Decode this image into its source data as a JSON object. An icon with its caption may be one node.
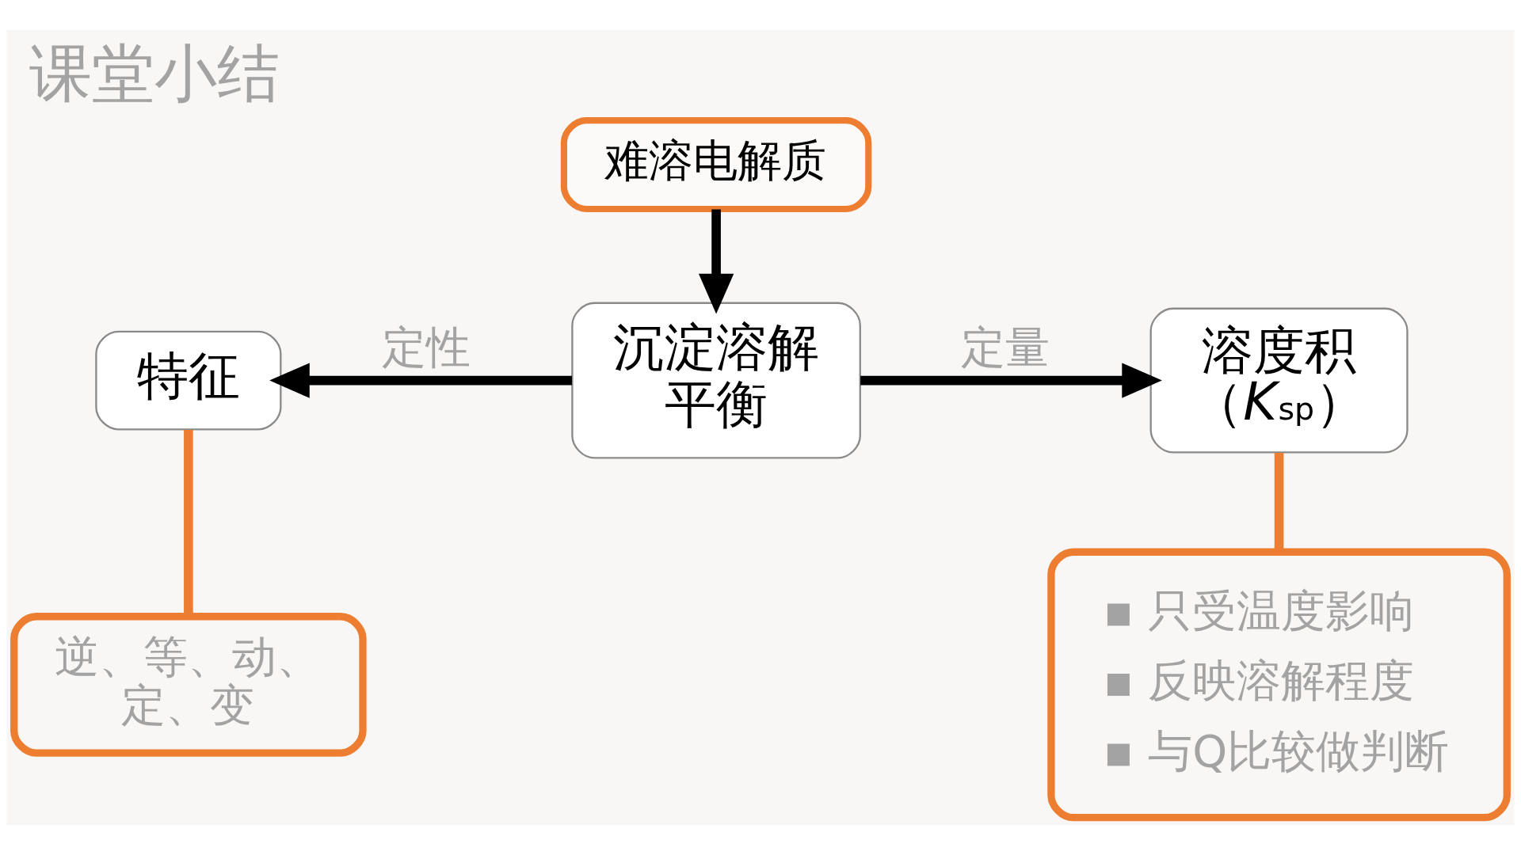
{
  "diagram": {
    "title": "课堂小结",
    "nodes": [
      {
        "text": [
          "难溶电解质"
        ]
      },
      {
        "text": [
          "特征"
        ]
      },
      {
        "text": [
          "沉淀溶解平衡"
        ]
      },
      {
        "text": [
          "溶度积（*K*$_{sp}$）"
        ]
      },
      {
        "text": [
          "逆、等、动、定、变"
        ]
      },
      {
        "text": [
          "只受温度影响",
          "反映溶解程度",
          "与Q比较做判断"
        ]
      }
    ],
    "edges": [
      {
        "from": 0,
        "to": 2,
        "arrow": "to"
      },
      {
        "from": 2,
        "to": 1,
        "arrow": "to",
        "label": "定性"
      },
      {
        "from": 2,
        "to": 3,
        "arrow": "to",
        "label": "定量"
      },
      {
        "from": 1,
        "to": 4,
        "arrow": "none",
        "color": "#ed7d31"
      },
      {
        "from": 3,
        "to": 5,
        "arrow": "none",
        "color": "#ed7d31"
      }
    ]
  }
}
